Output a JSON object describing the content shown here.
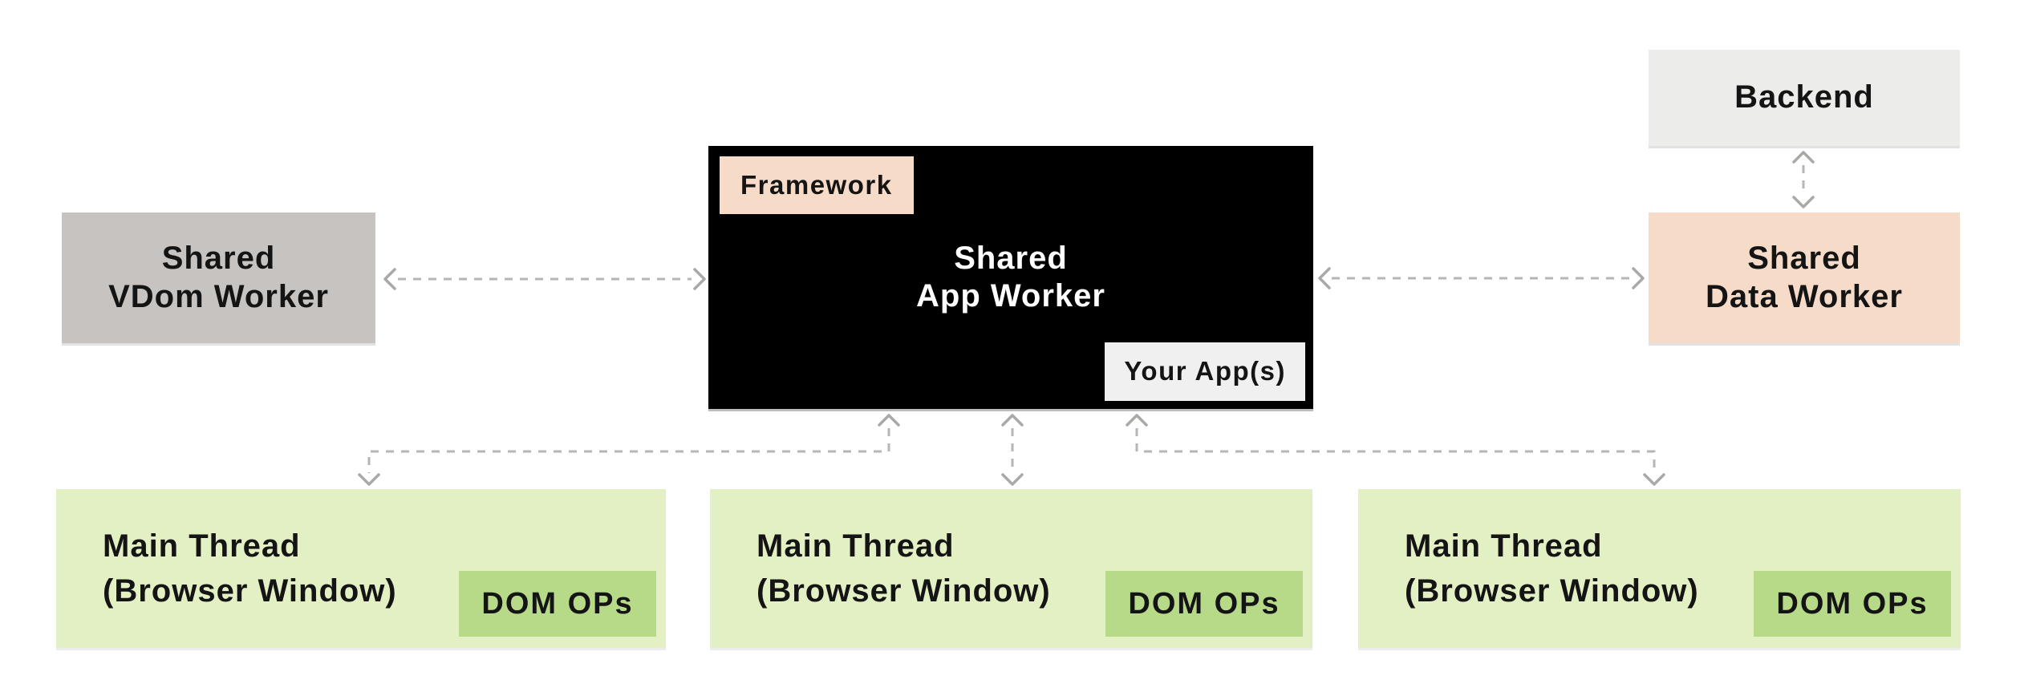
{
  "colors": {
    "peach": "#f6dcc8",
    "gray-node": "#c6c3c0",
    "lightgray-node": "#ececeb",
    "white-badge": "#f0f0f0",
    "black-node": "#000000",
    "green": "#e3f0c4",
    "green-dark": "#b7da89",
    "arrow": "#b7b6b4",
    "arrow-head": "#aaa9a7",
    "text": "#141414"
  },
  "nodes": {
    "vdom_worker": {
      "line1": "Shared",
      "line2": "VDom Worker"
    },
    "app_worker": {
      "line1": "Shared",
      "line2": "App Worker"
    },
    "framework_badge": "Framework",
    "your_apps_badge": "Your App(s)",
    "backend": "Backend",
    "data_worker": {
      "line1": "Shared",
      "line2": "Data Worker"
    },
    "main_threads": [
      {
        "line1": "Main Thread",
        "line2": "(Browser Window)",
        "badge": "DOM OPs"
      },
      {
        "line1": "Main Thread",
        "line2": "(Browser Window)",
        "badge": "DOM OPs"
      },
      {
        "line1": "Main Thread",
        "line2": "(Browser Window)",
        "badge": "DOM OPs"
      }
    ]
  }
}
